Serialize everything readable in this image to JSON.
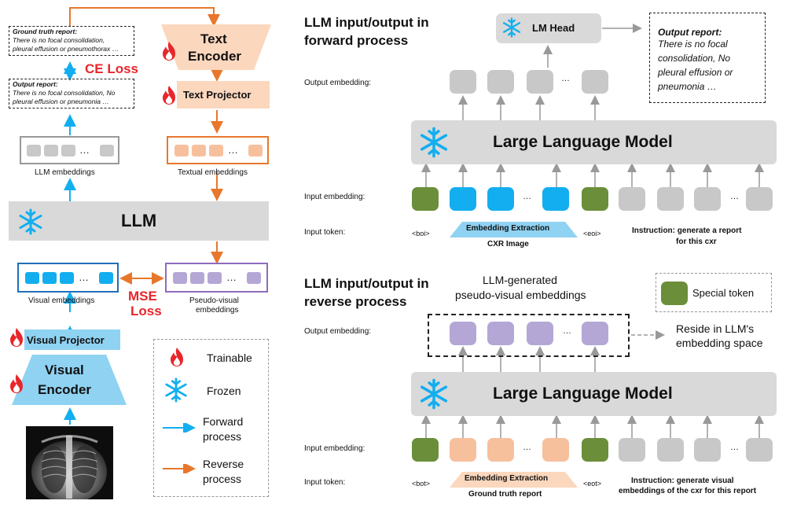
{
  "left": {
    "gt_report_title": "Ground truth report:",
    "gt_report_text1": "There is no focal consolidation,",
    "gt_report_text2": "pleural effusion or pneumothorax …",
    "out_report_title": "Output report:",
    "out_report_text1": "There is no focal consolidation, No",
    "out_report_text2": "pleural effusion or pneumonia …",
    "ce_loss": "CE Loss",
    "text_encoder_1": "Text",
    "text_encoder_2": "Encoder",
    "text_projector": "Text Projector",
    "llm_embeddings": "LLM embeddings",
    "textual_embeddings": "Textual embeddings",
    "llm": "LLM",
    "visual_embeddings": "Visual embeddings",
    "pseudo_visual_1": "Pseudo-visual",
    "pseudo_visual_2": "embeddings",
    "mse_1": "MSE",
    "mse_2": "Loss",
    "visual_projector": "Visual Projector",
    "visual_encoder_1": "Visual",
    "visual_encoder_2": "Encoder",
    "ellipsis": "…"
  },
  "legend": {
    "trainable": "Trainable",
    "frozen": "Frozen",
    "forward_1": "Forward",
    "forward_2": "process",
    "reverse_1": "Reverse",
    "reverse_2": "process",
    "special_token": "Special token"
  },
  "forward": {
    "title_1": "LLM input/output in",
    "title_2": "forward process",
    "lm_head": "LM Head",
    "output_report_title": "Output report:",
    "output_report_lines": [
      "There is no focal",
      "consolidation, No",
      "pleural effusion or",
      "pneumonia …"
    ],
    "output_embedding": "Output embedding:",
    "llm": "Large Language Model",
    "input_embedding": "Input embedding:",
    "input_token": "Input token:",
    "boi": "<boi>",
    "eoi": "<eoi>",
    "embedding_extraction": "Embedding Extraction",
    "cxr_image": "CXR Image",
    "instruction_1": "Instruction: generate a report",
    "instruction_2": "for this cxr",
    "ellipsis": "…"
  },
  "reverse": {
    "title_1": "LLM input/output in",
    "title_2": "reverse process",
    "generated_1": "LLM-generated",
    "generated_2": "pseudo-visual embeddings",
    "output_embedding": "Output embedding:",
    "reside_1": "Reside in LLM's",
    "reside_2": "embedding space",
    "llm": "Large Language Model",
    "input_embedding": "Input embedding:",
    "input_token": "Input token:",
    "bot": "<bot>",
    "eot": "<eot>",
    "embedding_extraction": "Embedding Extraction",
    "ground_truth_report": "Ground truth report",
    "instruction_1": "Instruction: generate visual",
    "instruction_2": "embeddings of the cxr for this  report",
    "ellipsis": "…"
  },
  "colors": {
    "blue": "#12aef0",
    "orange": "#e8772b",
    "peach": "#fbd7bd",
    "purple": "#b4a7d6",
    "green": "#6b8e3a",
    "gray": "#c8c8c8",
    "red": "#e8262b"
  },
  "icons": [
    "fire-icon",
    "snowflake-icon",
    "chest-xray-image"
  ]
}
